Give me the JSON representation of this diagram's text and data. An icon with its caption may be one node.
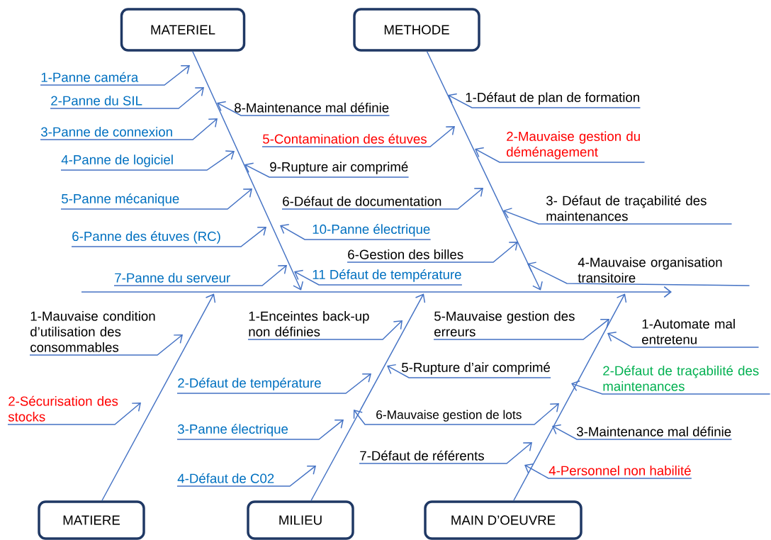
{
  "diagram": {
    "nodes": [
      {
        "text": [
          "MATERIEL"
        ]
      },
      {
        "text": [
          "METHODE"
        ]
      },
      {
        "text": [
          "1-Panne caméra"
        ]
      },
      {
        "text": [
          "2-Panne du SIL"
        ]
      },
      {
        "text": [
          "3-Panne de connexion"
        ]
      },
      {
        "text": [
          "4-Panne de logiciel"
        ]
      },
      {
        "text": [
          "5-Panne  mécanique"
        ]
      },
      {
        "text": [
          "6-Panne des étuves (RC)"
        ]
      },
      {
        "text": [
          "7-Panne du serveur"
        ]
      },
      {
        "text": [
          "8-Maintenance mal définie"
        ]
      },
      {
        "text": [
          "5-Contamination des étuves"
        ]
      },
      {
        "text": [
          "9-Rupture air comprimé"
        ]
      },
      {
        "text": [
          "6-Défaut de documentation"
        ]
      },
      {
        "text": [
          "10-Panne électrique"
        ]
      },
      {
        "text": [
          "6-Gestion des billes"
        ]
      },
      {
        "text": [
          "11 Défaut de température"
        ]
      },
      {
        "text": [
          "1-Défaut de plan de formation"
        ]
      },
      {
        "text": [
          "2-Mauvaise gestion du déménagement"
        ]
      },
      {
        "text": [
          "3- Défaut de traçabilité des maintenances"
        ]
      },
      {
        "text": [
          "4-Mauvaise organisation transitoire"
        ]
      },
      {
        "text": [
          "1-Mauvaise condition d’utilisation des consommables"
        ]
      },
      {
        "text": [
          "2-Sécurisation des stocks"
        ]
      },
      {
        "text": [
          "1-Enceintes back-up non définies"
        ]
      },
      {
        "text": [
          "2-Défaut de température"
        ]
      },
      {
        "text": [
          "3-Panne électrique"
        ]
      },
      {
        "text": [
          "4-Défaut de C02"
        ]
      },
      {
        "text": [
          "5-Mauvaise gestion des erreurs"
        ]
      },
      {
        "text": [
          "5-Rupture d’air comprimé"
        ]
      },
      {
        "text": [
          "6-Mauvaise gestion de lots"
        ]
      },
      {
        "text": [
          "7-Défaut de référents"
        ]
      },
      {
        "text": [
          "1-Automate mal entretenu"
        ]
      },
      {
        "text": [
          "2-Défaut de traçabilité des maintenances"
        ]
      },
      {
        "text": [
          "3-Maintenance mal définie"
        ]
      },
      {
        "text": [
          "4-Personnel non habilité"
        ]
      },
      {
        "text": [
          "MATIERE"
        ]
      },
      {
        "text": [
          "MILIEU"
        ]
      },
      {
        "text": [
          "MAIN D’OEUVRE"
        ]
      },
      {
        "text": [],
        "shape": "arrow"
      }
    ],
    "edges": [
      {
        "from": 0,
        "to": 37,
        "arrow": "to"
      },
      {
        "from": 1,
        "to": 37,
        "arrow": "to"
      },
      {
        "from": 34,
        "to": 37,
        "arrow": "to"
      },
      {
        "from": 35,
        "to": 37,
        "arrow": "to"
      },
      {
        "from": 36,
        "to": 37,
        "arrow": "to"
      },
      {
        "from": 2,
        "to": null,
        "arrow": "to"
      },
      {
        "from": 3,
        "to": null,
        "arrow": "to"
      },
      {
        "from": 4,
        "to": null,
        "arrow": "to"
      },
      {
        "from": 5,
        "to": null,
        "arrow": "to"
      },
      {
        "from": 6,
        "to": null,
        "arrow": "to"
      },
      {
        "from": 7,
        "to": null,
        "arrow": "to"
      },
      {
        "from": 8,
        "to": null,
        "arrow": "to"
      },
      {
        "from": 9,
        "to": null,
        "arrow": "to"
      },
      {
        "from": 10,
        "to": null,
        "arrow": "to"
      },
      {
        "from": 11,
        "to": null,
        "arrow": "to"
      },
      {
        "from": 12,
        "to": null,
        "arrow": "to"
      },
      {
        "from": 13,
        "to": null,
        "arrow": "to"
      },
      {
        "from": 14,
        "to": null,
        "arrow": "to"
      },
      {
        "from": 15,
        "to": null,
        "arrow": "to"
      },
      {
        "from": 16,
        "to": null,
        "arrow": "to"
      },
      {
        "from": 17,
        "to": null,
        "arrow": "to"
      },
      {
        "from": 18,
        "to": null,
        "arrow": "to"
      },
      {
        "from": 19,
        "to": null,
        "arrow": "to"
      },
      {
        "from": 20,
        "to": null,
        "arrow": "to"
      },
      {
        "from": 21,
        "to": null,
        "arrow": "to"
      },
      {
        "from": 22,
        "to": null,
        "arrow": "to"
      },
      {
        "from": 23,
        "to": null,
        "arrow": "to"
      },
      {
        "from": 24,
        "to": null,
        "arrow": "to"
      },
      {
        "from": 25,
        "to": null,
        "arrow": "to"
      },
      {
        "from": 26,
        "to": null,
        "arrow": "to"
      },
      {
        "from": 27,
        "to": null,
        "arrow": "to"
      },
      {
        "from": 28,
        "to": null,
        "arrow": "to"
      },
      {
        "from": 28,
        "to": null,
        "arrow": "to"
      },
      {
        "from": 29,
        "to": null,
        "arrow": "to"
      },
      {
        "from": 30,
        "to": null,
        "arrow": "to"
      },
      {
        "from": 31,
        "to": null,
        "arrow": "to"
      },
      {
        "from": 32,
        "to": null,
        "arrow": "to"
      },
      {
        "from": 33,
        "to": null,
        "arrow": "to"
      }
    ]
  }
}
